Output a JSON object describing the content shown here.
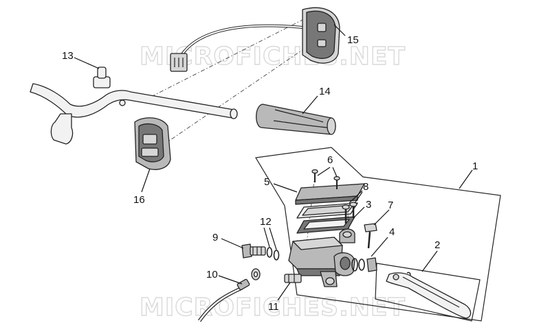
{
  "watermark": {
    "text": "MICROFICHES.NET"
  },
  "callouts": {
    "c1": "1",
    "c2": "2",
    "c3": "3",
    "c4": "4",
    "c5": "5",
    "c6": "6",
    "c7": "7",
    "c8": "8",
    "c9": "9",
    "c10": "10",
    "c11": "11",
    "c12": "12",
    "c13": "13",
    "c14": "14",
    "c15": "15",
    "c16": "16"
  }
}
